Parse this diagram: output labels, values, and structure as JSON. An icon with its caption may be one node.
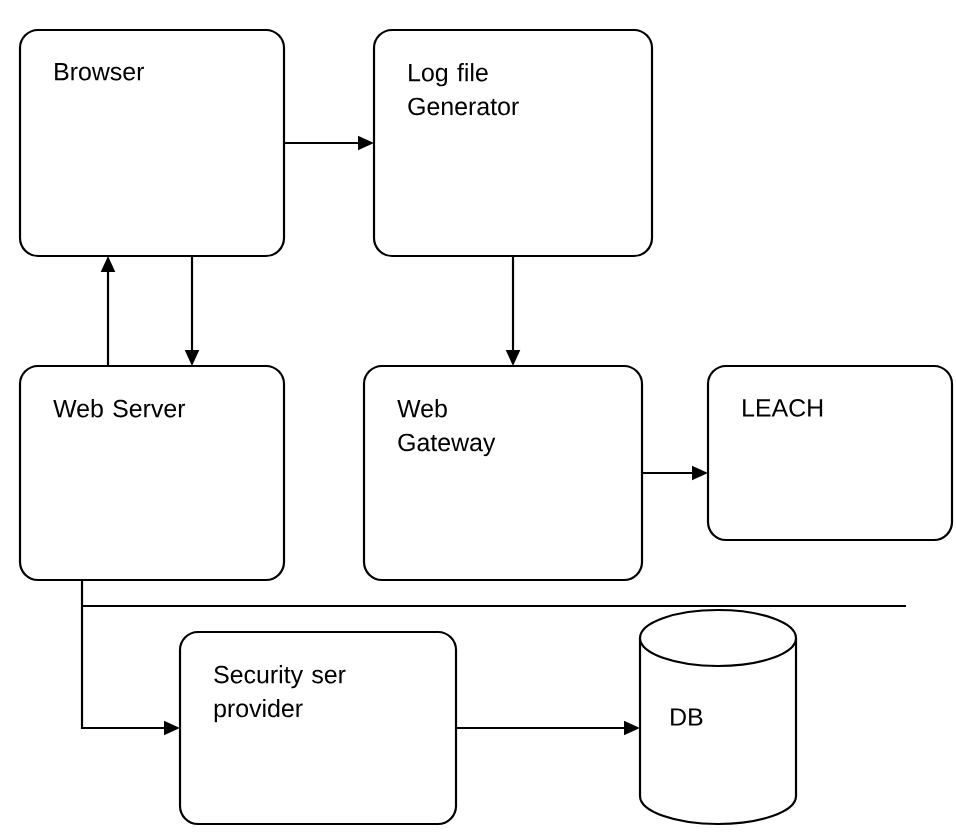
{
  "diagram": {
    "nodes": [
      {
        "text": [
          "Browser"
        ]
      },
      {
        "text": [
          "Log file Generator"
        ]
      },
      {
        "text": [
          "Web Server"
        ]
      },
      {
        "text": [
          "Web Gateway"
        ]
      },
      {
        "text": [
          "LEACH"
        ]
      },
      {
        "text": [
          "Security ser provider"
        ]
      },
      {
        "text": [
          "DB"
        ]
      }
    ],
    "edges": [
      {
        "from": 0,
        "to": 1,
        "arrow": "to"
      },
      {
        "from": 2,
        "to": 0,
        "arrow": "to"
      },
      {
        "from": 0,
        "to": 2,
        "arrow": "to"
      },
      {
        "from": 1,
        "to": 3,
        "arrow": "to"
      },
      {
        "from": 3,
        "to": 4,
        "arrow": "to"
      },
      {
        "from": 2,
        "to": 5,
        "arrow": "to"
      },
      {
        "from": 5,
        "to": 6,
        "arrow": "to"
      }
    ]
  }
}
